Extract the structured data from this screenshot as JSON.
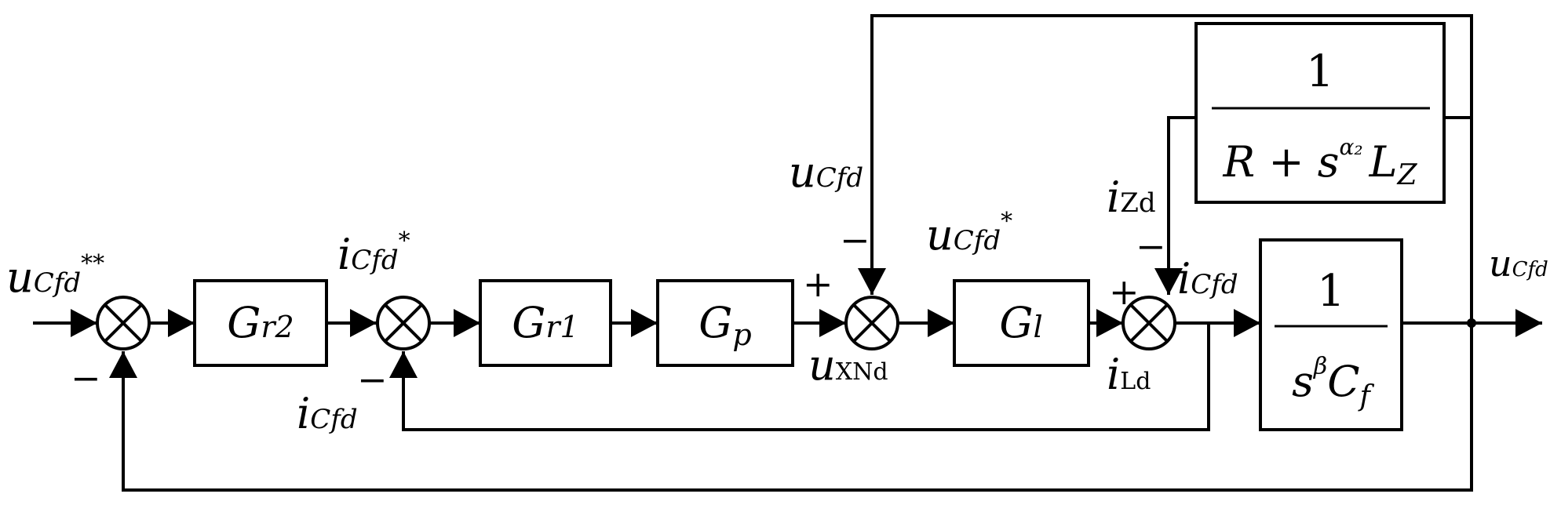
{
  "blocks": {
    "gr2": {
      "main": "G",
      "sub": "r2"
    },
    "gr1": {
      "main": "G",
      "sub": "r1"
    },
    "gp": {
      "main": "G",
      "sub": "p"
    },
    "gl": {
      "main": "G",
      "sub": "l"
    },
    "tf_z": {
      "num": "1",
      "den_r": "R + s",
      "den_exp": "α₂",
      "den_l": "L",
      "den_lsub": "Z"
    },
    "tf_c": {
      "num": "1",
      "den_s": "s",
      "den_exp": "β",
      "den_c": "C",
      "den_csub": "f"
    }
  },
  "signals": {
    "u_cfd_ref2": {
      "main": "u",
      "sub": "Cfd",
      "sup": "**"
    },
    "i_cfd_ref": {
      "main": "i",
      "sub": "Cfd",
      "sup": "*"
    },
    "u_cfd_ref": {
      "main": "u",
      "sub": "Cfd",
      "sup": "*"
    },
    "u_cfd_top": {
      "main": "u",
      "sub": "Cfd"
    },
    "i_zd": {
      "main": "i",
      "sub": "Zd"
    },
    "i_cfd_right": {
      "main": "i",
      "sub": "Cfd"
    },
    "i_cfd_left": {
      "main": "i",
      "sub": "Cfd"
    },
    "u_xnd": {
      "main": "u",
      "sub": "XNd"
    },
    "i_ld": {
      "main": "i",
      "sub": "Ld"
    },
    "u_cfd_out": {
      "main": "u",
      "sub": "Cfd"
    }
  },
  "signs": {
    "plus": "+",
    "minus": "−"
  }
}
